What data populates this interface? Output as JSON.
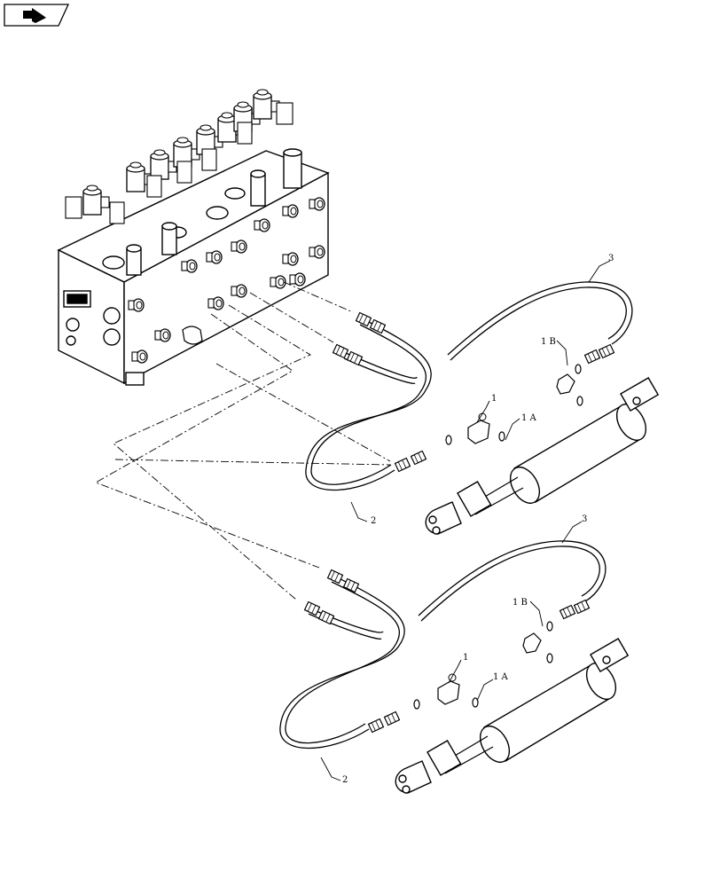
{
  "callouts": {
    "upper": {
      "c1": "1",
      "c1a": "1 A",
      "c1b": "1 B",
      "c2": "2",
      "c3": "3"
    },
    "lower": {
      "c1": "1",
      "c1a": "1 A",
      "c1b": "1 B",
      "c2": "2",
      "c3": "3"
    }
  },
  "icons": {
    "nav": "page-back-arrow-icon"
  },
  "colors": {
    "line": "#000000",
    "background": "#ffffff"
  }
}
